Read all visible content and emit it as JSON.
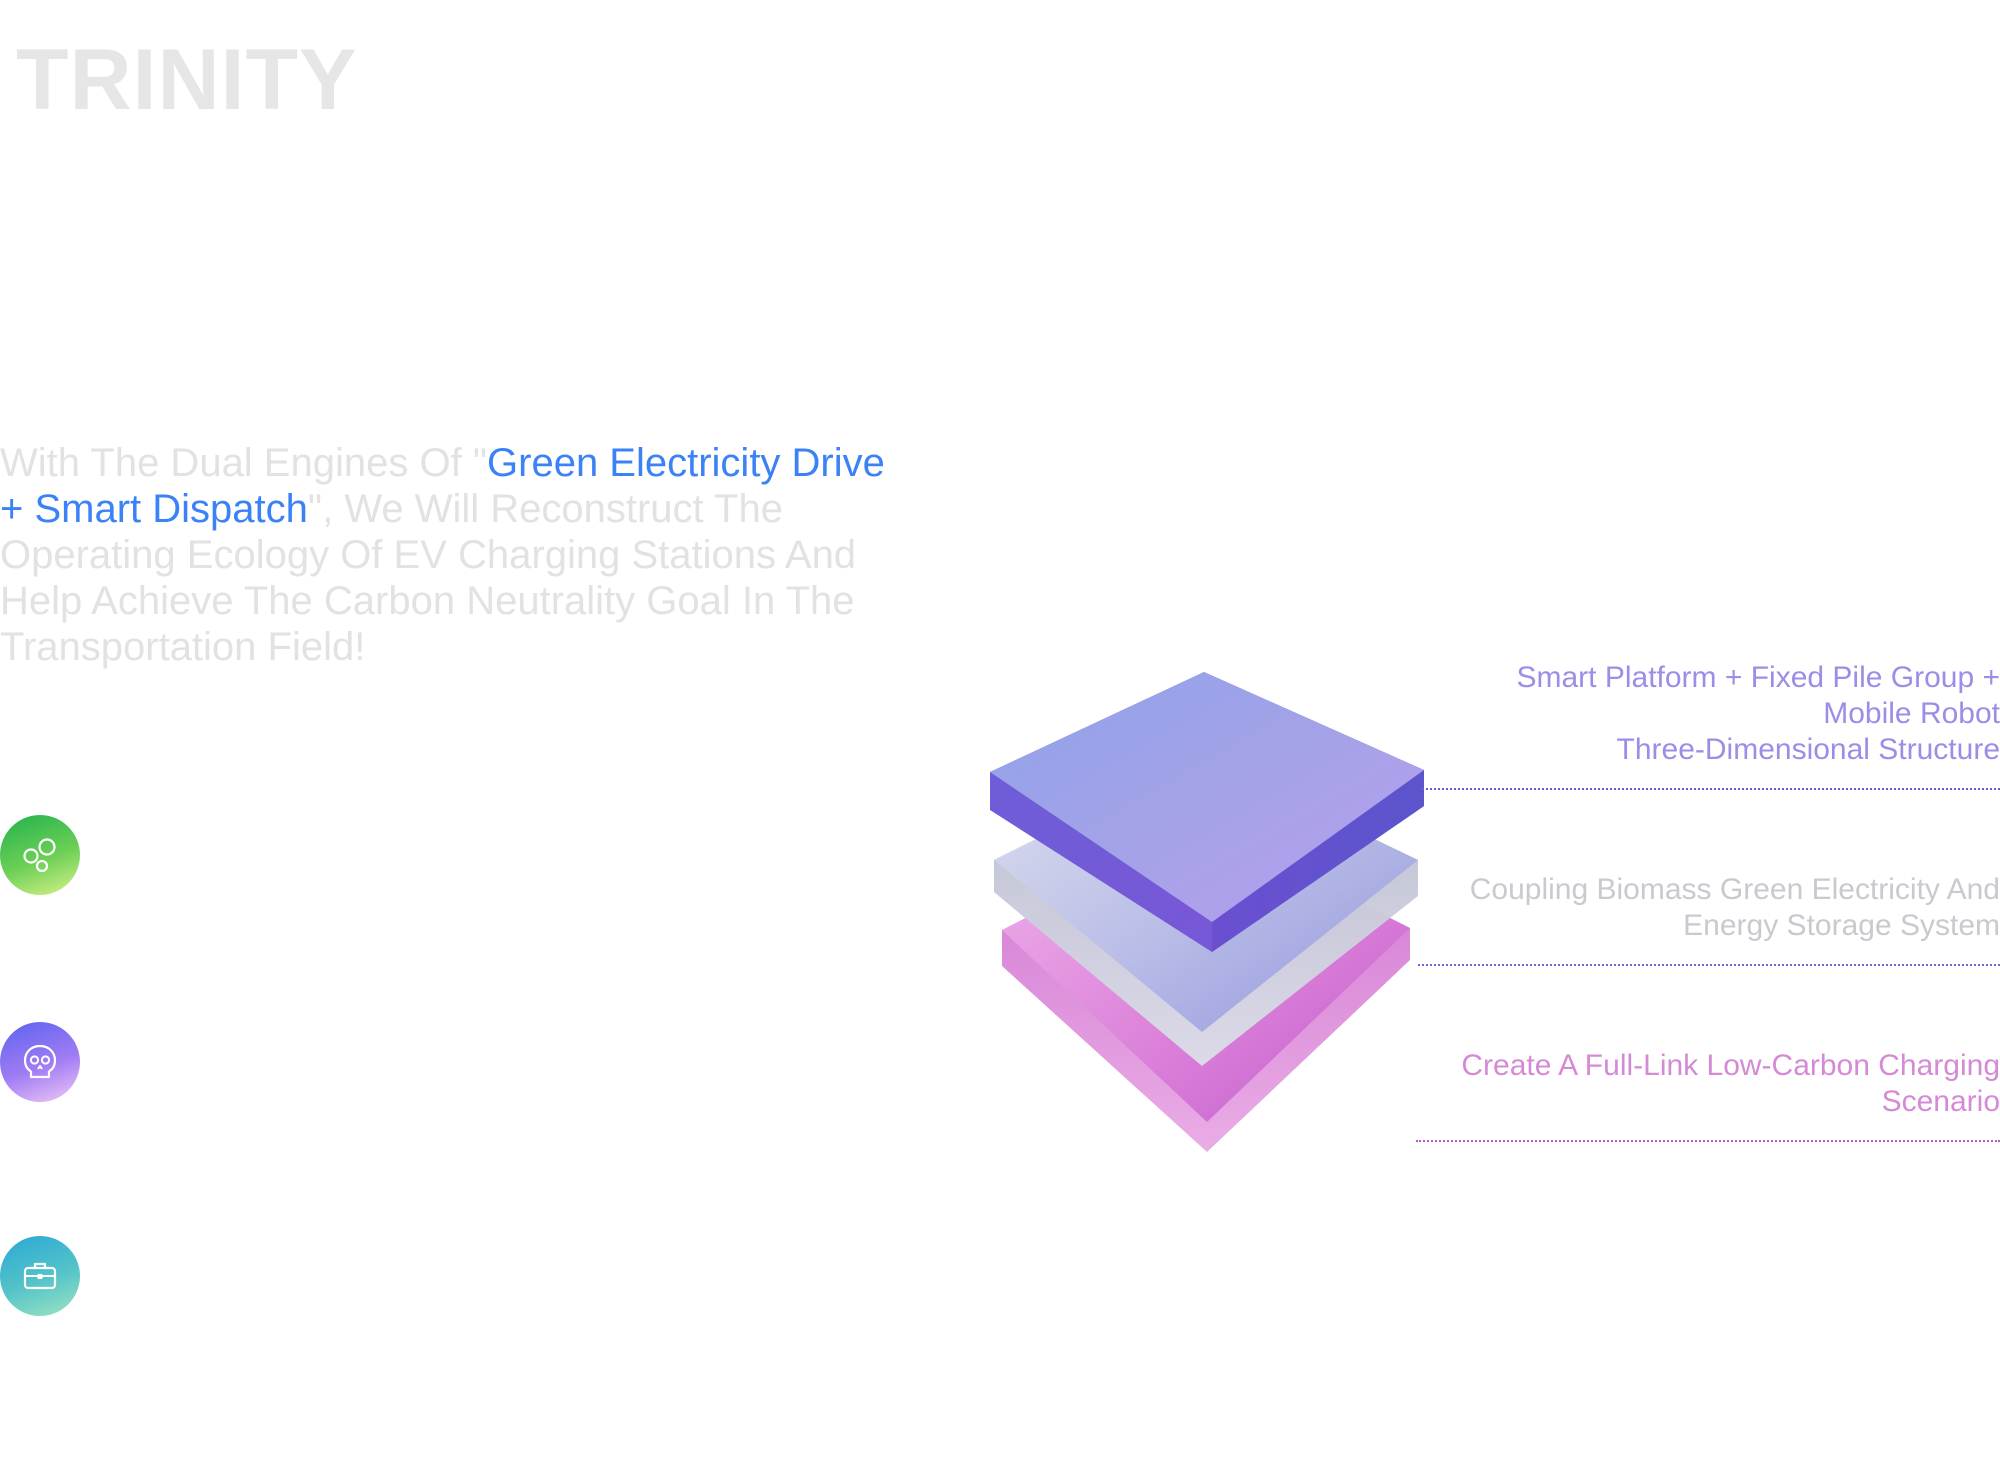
{
  "header": {
    "title": "TRINITY"
  },
  "intro": {
    "prefix": "With The Dual Engines Of \"",
    "highlight": "Green Electricity Drive + Smart Dispatch",
    "suffix": "\", We Will Reconstruct The Operating Ecology Of EV Charging Stations And Help Achieve The Carbon Neutrality Goal In The Transportation Field!"
  },
  "features": [
    {
      "icon": "bubbles-icon",
      "color": "#4cc15a"
    },
    {
      "icon": "skull-icon",
      "color": "#8f74f2"
    },
    {
      "icon": "briefcase-icon",
      "color": "#47b8cc"
    }
  ],
  "layers": [
    {
      "lines": [
        "Smart Platform + Fixed Pile Group +",
        "Mobile Robot",
        "Three-Dimensional Structure"
      ],
      "color": "#9c8de6"
    },
    {
      "lines": [
        "Coupling Biomass Green Electricity And",
        "Energy Storage System"
      ],
      "color": "#c9c9cf"
    },
    {
      "lines": [
        "Create A Full-Link Low-Carbon Charging",
        "Scenario"
      ],
      "color": "#d58ad6"
    }
  ],
  "colors": {
    "accent": "#3b82f6",
    "title": "#e6e6e6",
    "body_text": "#e2e2e2"
  }
}
